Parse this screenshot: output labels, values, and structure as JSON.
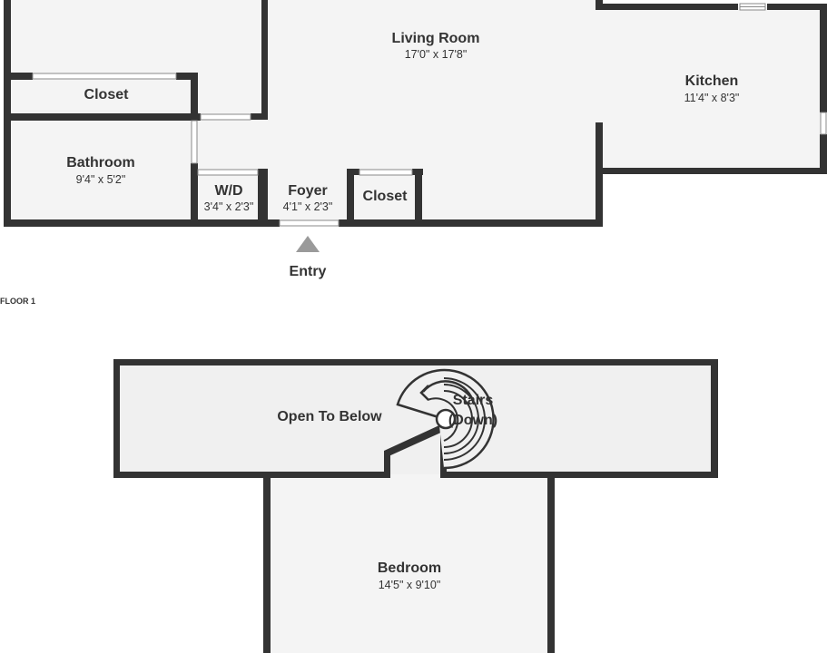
{
  "floor_label": "FLOOR 1",
  "entry_label": "Entry",
  "rooms": {
    "living_room": {
      "name": "Living Room",
      "dims": "17'0\" x 17'8\""
    },
    "kitchen": {
      "name": "Kitchen",
      "dims": "11'4\" x 8'3\""
    },
    "closet_upper": {
      "name": "Closet"
    },
    "bathroom": {
      "name": "Bathroom",
      "dims": "9'4\" x 5'2\""
    },
    "wd": {
      "name": "W/D",
      "dims": "3'4\" x 2'3\""
    },
    "foyer": {
      "name": "Foyer",
      "dims": "4'1\" x 2'3\""
    },
    "closet_foyer": {
      "name": "Closet"
    },
    "open_to_below": {
      "name": "Open To Below"
    },
    "stairs": {
      "line1": "Stairs",
      "line2": "(Down)"
    },
    "bedroom": {
      "name": "Bedroom",
      "dims": "14'5\" x 9'10\""
    }
  },
  "colors": {
    "wall": "#333333",
    "floor": "#f4f4f4",
    "window": "#ffffff"
  }
}
